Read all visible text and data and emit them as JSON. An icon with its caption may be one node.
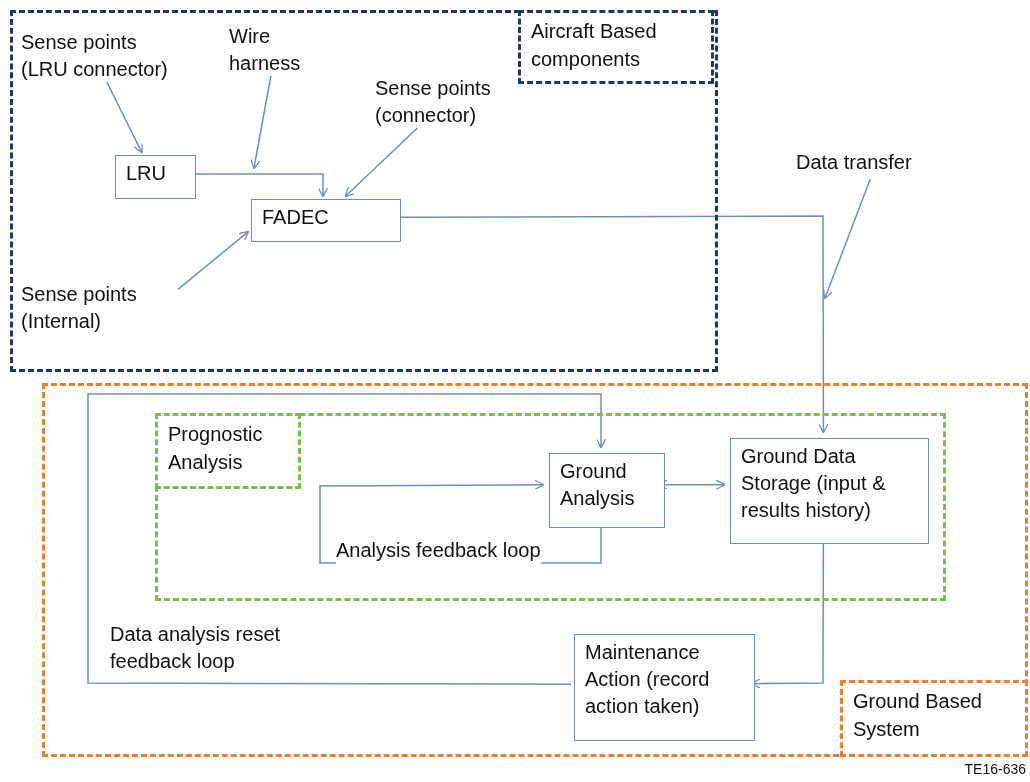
{
  "diagram": {
    "nodes": [
      {
        "text": [
          "Aircraft Based components"
        ]
      },
      {
        "text": [
          "Sense points (LRU connector)"
        ],
        "in": 0
      },
      {
        "text": [
          "Wire harness"
        ],
        "in": 0
      },
      {
        "text": [
          "Sense points (connector)"
        ],
        "in": 0
      },
      {
        "text": [
          "LRU"
        ],
        "in": 0
      },
      {
        "text": [
          "FADEC"
        ],
        "in": 0
      },
      {
        "text": [
          "Sense points (Internal)"
        ],
        "in": 0
      },
      {
        "text": [
          "Data transfer"
        ]
      },
      {
        "text": [
          "Ground Based System"
        ]
      },
      {
        "text": [
          "Prognostic Analysis"
        ],
        "in": 8
      },
      {
        "text": [
          "Ground Analysis"
        ],
        "in": 9
      },
      {
        "text": [
          "Ground Data Storage (input & results history)"
        ],
        "in": 9
      },
      {
        "text": [
          "Maintenance Action (record action taken)"
        ],
        "in": 8
      }
    ],
    "edges": [
      {
        "from": 1,
        "to": 4,
        "arrow": "to"
      },
      {
        "from": 2,
        "to": null,
        "arrow": "to"
      },
      {
        "from": 4,
        "to": 5,
        "arrow": "to"
      },
      {
        "from": 3,
        "to": 5,
        "arrow": "to"
      },
      {
        "from": 6,
        "to": 5,
        "arrow": "to"
      },
      {
        "from": 5,
        "to": 11,
        "arrow": "to"
      },
      {
        "from": 7,
        "to": null,
        "arrow": "to"
      },
      {
        "from": 10,
        "to": 10,
        "arrow": "to",
        "label": "Analysis feedback loop"
      },
      {
        "from": 10,
        "to": 11,
        "arrow": "both"
      },
      {
        "from": 11,
        "to": 12,
        "arrow": "to"
      },
      {
        "from": 12,
        "to": 10,
        "arrow": "to",
        "label": "Data analysis reset feedback loop"
      }
    ],
    "labels": [
      "TE16-636"
    ]
  }
}
